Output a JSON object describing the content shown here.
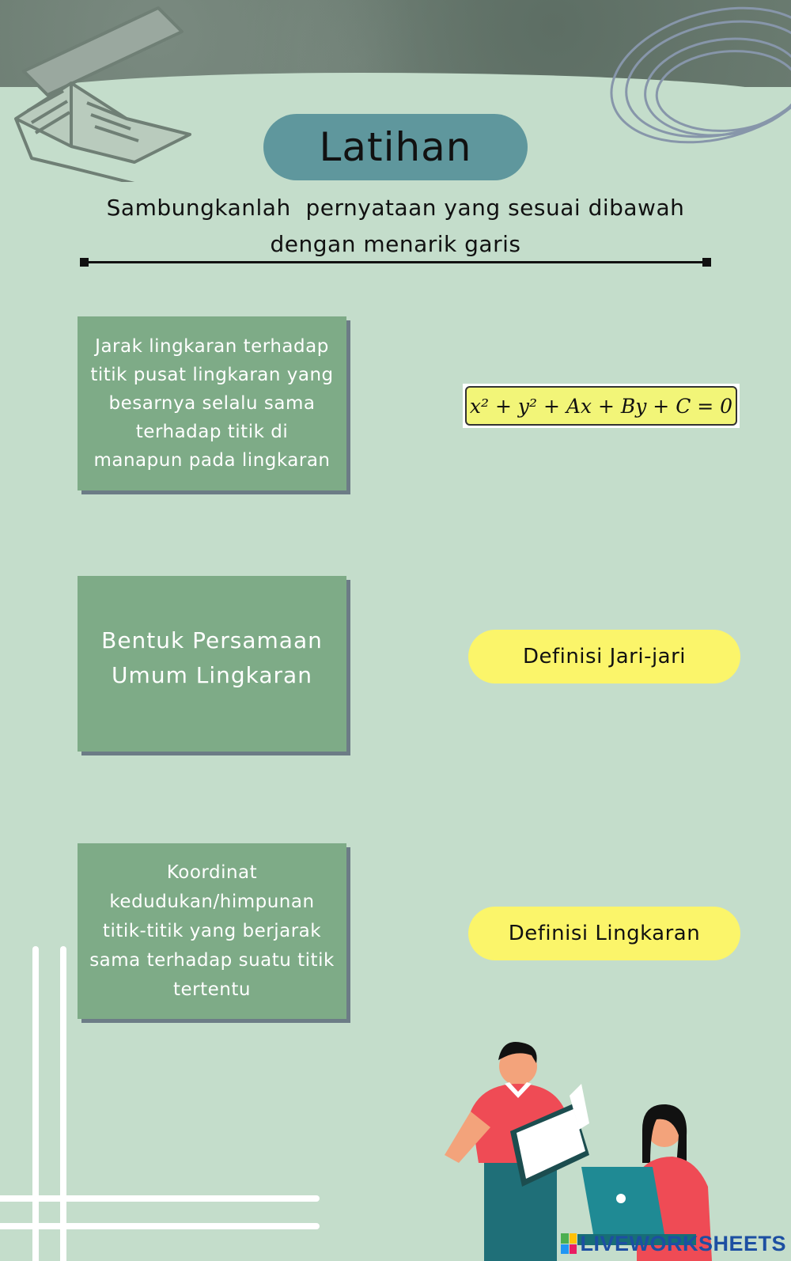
{
  "header": {
    "title": "Latihan",
    "instruction_line1": "Sambungkanlah  pernyataan yang sesuai dibawah",
    "instruction_line2": "dengan menarik garis"
  },
  "statements": [
    {
      "text": "Jarak lingkaran terhadap titik pusat lingkaran yang besarnya selalu sama terhadap titik di manapun pada lingkaran"
    },
    {
      "text": "Bentuk Persamaan Umum Lingkaran"
    },
    {
      "text": "Koordinat kedudukan/himpunan titik-titik yang berjarak sama terhadap suatu titik tertentu"
    }
  ],
  "answers": [
    {
      "text": "x² + y² + Ax + By + C = 0"
    },
    {
      "text": "Definisi Jari-jari"
    },
    {
      "text": "Definisi Lingkaran"
    }
  ],
  "watermark": {
    "text": "LIVEWORKSHEETS"
  },
  "colors": {
    "background": "#c4ddcb",
    "title_pill": "#5f979d",
    "statement_card": "#7eab87",
    "answer_pill": "#fbf56a",
    "watermark": "#1d4fa2"
  },
  "icons": [
    "open-book-icon",
    "scribble-decoration",
    "people-reading-illustration"
  ]
}
